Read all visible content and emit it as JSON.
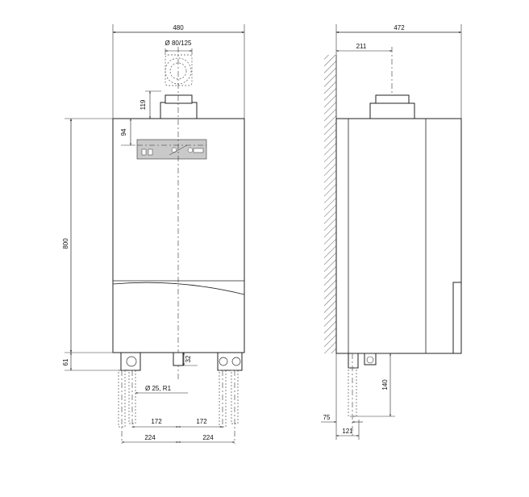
{
  "front_view": {
    "width_label": "480",
    "flue_label": "Ø 80/125",
    "flue_height_label": "119",
    "panel_offset_label": "94",
    "height_label": "800",
    "bottom_offset_label": "61",
    "connection_offset_label": "32",
    "pipe_label": "Ø 25, R1",
    "inner_spacing_left_label": "172",
    "inner_spacing_right_label": "172",
    "outer_spacing_left_label": "224",
    "outer_spacing_right_label": "224"
  },
  "side_view": {
    "depth_label": "472",
    "flue_offset_label": "211",
    "connection_height_label": "140",
    "wall_offset_label": "75",
    "connection_depth_label": "121"
  }
}
